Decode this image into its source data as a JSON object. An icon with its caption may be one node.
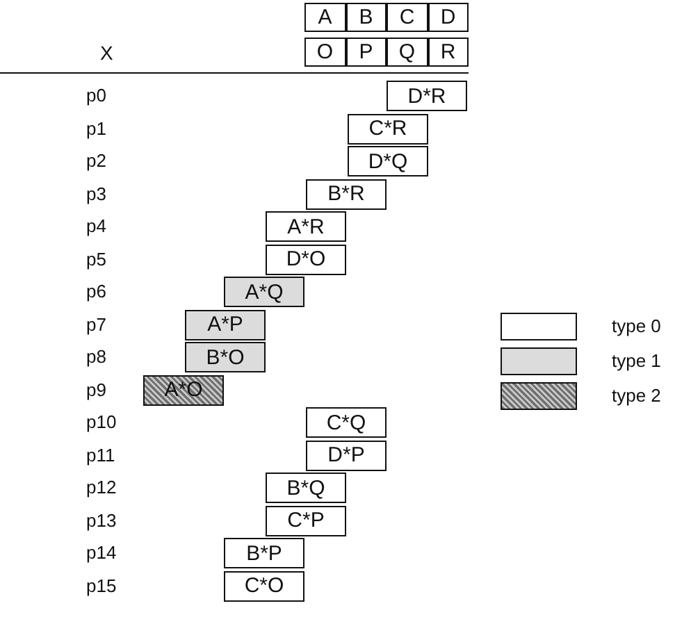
{
  "diagram": {
    "nodes": [
      {
        "text": [
          "A"
        ]
      },
      {
        "text": [
          "B"
        ]
      },
      {
        "text": [
          "C"
        ]
      },
      {
        "text": [
          "D"
        ]
      },
      {
        "text": [
          "O"
        ]
      },
      {
        "text": [
          "P"
        ]
      },
      {
        "text": [
          "Q"
        ]
      },
      {
        "text": [
          "R"
        ]
      },
      {
        "text": [
          "D*R"
        ]
      },
      {
        "text": [
          "C*R"
        ]
      },
      {
        "text": [
          "D*Q"
        ]
      },
      {
        "text": [
          "B*R"
        ]
      },
      {
        "text": [
          "A*R"
        ]
      },
      {
        "text": [
          "D*O"
        ]
      },
      {
        "text": [
          "A*Q"
        ]
      },
      {
        "text": [
          "A*P"
        ]
      },
      {
        "text": [
          "B*O"
        ]
      },
      {
        "text": [
          "A*O"
        ]
      },
      {
        "text": [
          "C*Q"
        ]
      },
      {
        "text": [
          "D*P"
        ]
      },
      {
        "text": [
          "B*Q"
        ]
      },
      {
        "text": [
          "C*P"
        ]
      },
      {
        "text": [
          "B*P"
        ]
      },
      {
        "text": [
          "C*O"
        ]
      }
    ],
    "labels": [
      "X",
      "p0",
      "p1",
      "p2",
      "p3",
      "p4",
      "p5",
      "p6",
      "p7",
      "p8",
      "p9",
      "p10",
      "p11",
      "p12",
      "p13",
      "p14",
      "p15"
    ],
    "legend": [
      {
        "text": "type 0",
        "color": "#ffffff"
      },
      {
        "text": "type 1",
        "color": "#dcdcdc"
      },
      {
        "text": "type 2",
        "color": "#707070"
      }
    ]
  }
}
